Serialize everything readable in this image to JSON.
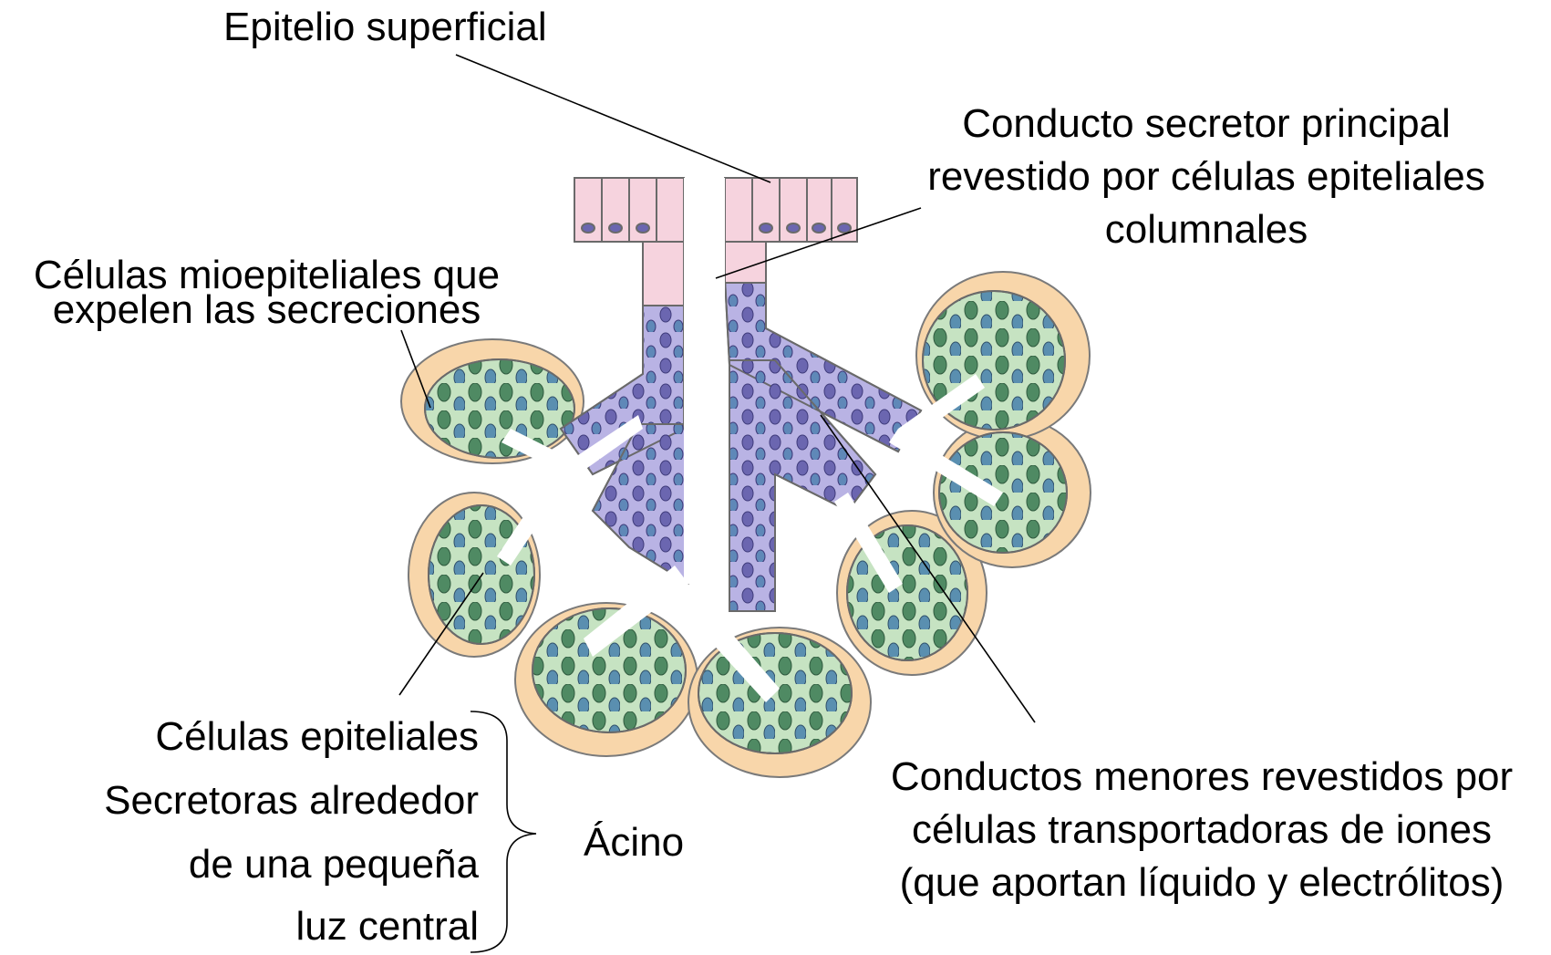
{
  "labels": {
    "epitelio": "Epitelio superficial",
    "conducto_principal_1": "Conducto secretor principal",
    "conducto_principal_2": "revestido por células epiteliales",
    "conducto_principal_3": "columnales",
    "mioepiteliales_1": "Células mioepiteliales que",
    "mioepiteliales_2": "expelen las secreciones",
    "secretoras_1": "Células epiteliales",
    "secretoras_2": "Secretoras alrededor",
    "secretoras_3": "de una pequeña",
    "secretoras_4": "luz central",
    "acino": "Ácino",
    "menores_1": "Conductos menores revestidos por",
    "menores_2": "células transportadoras de iones",
    "menores_3": "(que aportan líquido y electrólitos)"
  },
  "colors": {
    "surface_epithelium": "#f6d3de",
    "duct_cells": "#b9b3e4",
    "secretory_cells": "#c6e3c2",
    "myoepithelial_cells": "#f8d6aa",
    "nucleus_green": "#4f8a63",
    "nucleus_purple": "#6b66b0",
    "outline": "#6a6a6a"
  }
}
